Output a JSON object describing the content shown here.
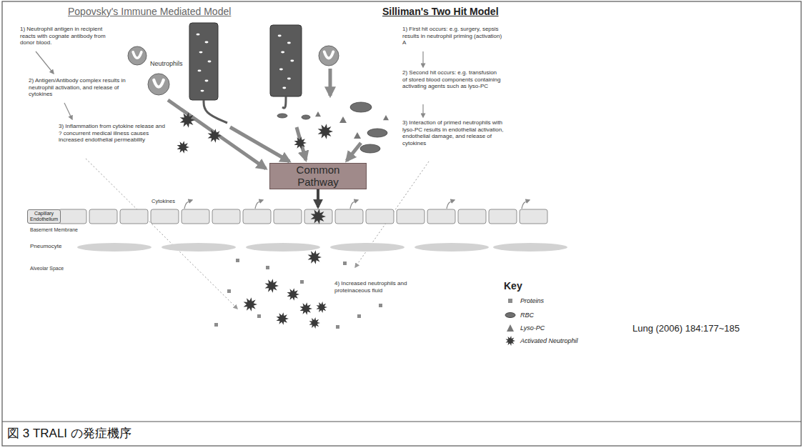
{
  "diagram": {
    "caption": "図 3 TRALI の発症機序",
    "nodes": [
      {
        "text": [
          "Common Pathway"
        ]
      },
      {
        "text": [
          "Capillary Endothelium"
        ]
      }
    ],
    "labels": [
      "Popovsky's Immune Mediated Model",
      "Silliman's Two Hit Model",
      "1) Neutrophil antigen in recipient reacts with cognate antibody from donor blood.",
      "Neutrophils",
      "2) Antigen/Antibody complex results in neutrophil activation, and release of cytokines",
      "3) Inflammation from cytokine release and ? concurrent medical illness causes increased endothelial permeability",
      "1) First hit occurs: e.g. surgery, sepsis results in neutrophil priming (activation) A",
      "2) Second hit occurs: e.g. transfusion of stored blood components containing activating agents such as lyso-PC",
      "3) Interaction of primed neutrophils with lyso-PC results in endothelial activation, endothelial damage, and release of cytokines",
      "Cytokines",
      "Basement Membrane",
      "Pneumocyte",
      "Alveolar Space",
      "4) Increased neutrophils and proteinaceous fluid",
      "Key",
      "Lung (2006) 184:177~185"
    ],
    "legend": [
      {
        "text": "Proteins",
        "color": "#8c8c8c"
      },
      {
        "text": "RBC"
      },
      {
        "text": "Lyso-PC"
      },
      {
        "text": "Activated Neutrophil"
      }
    ]
  }
}
